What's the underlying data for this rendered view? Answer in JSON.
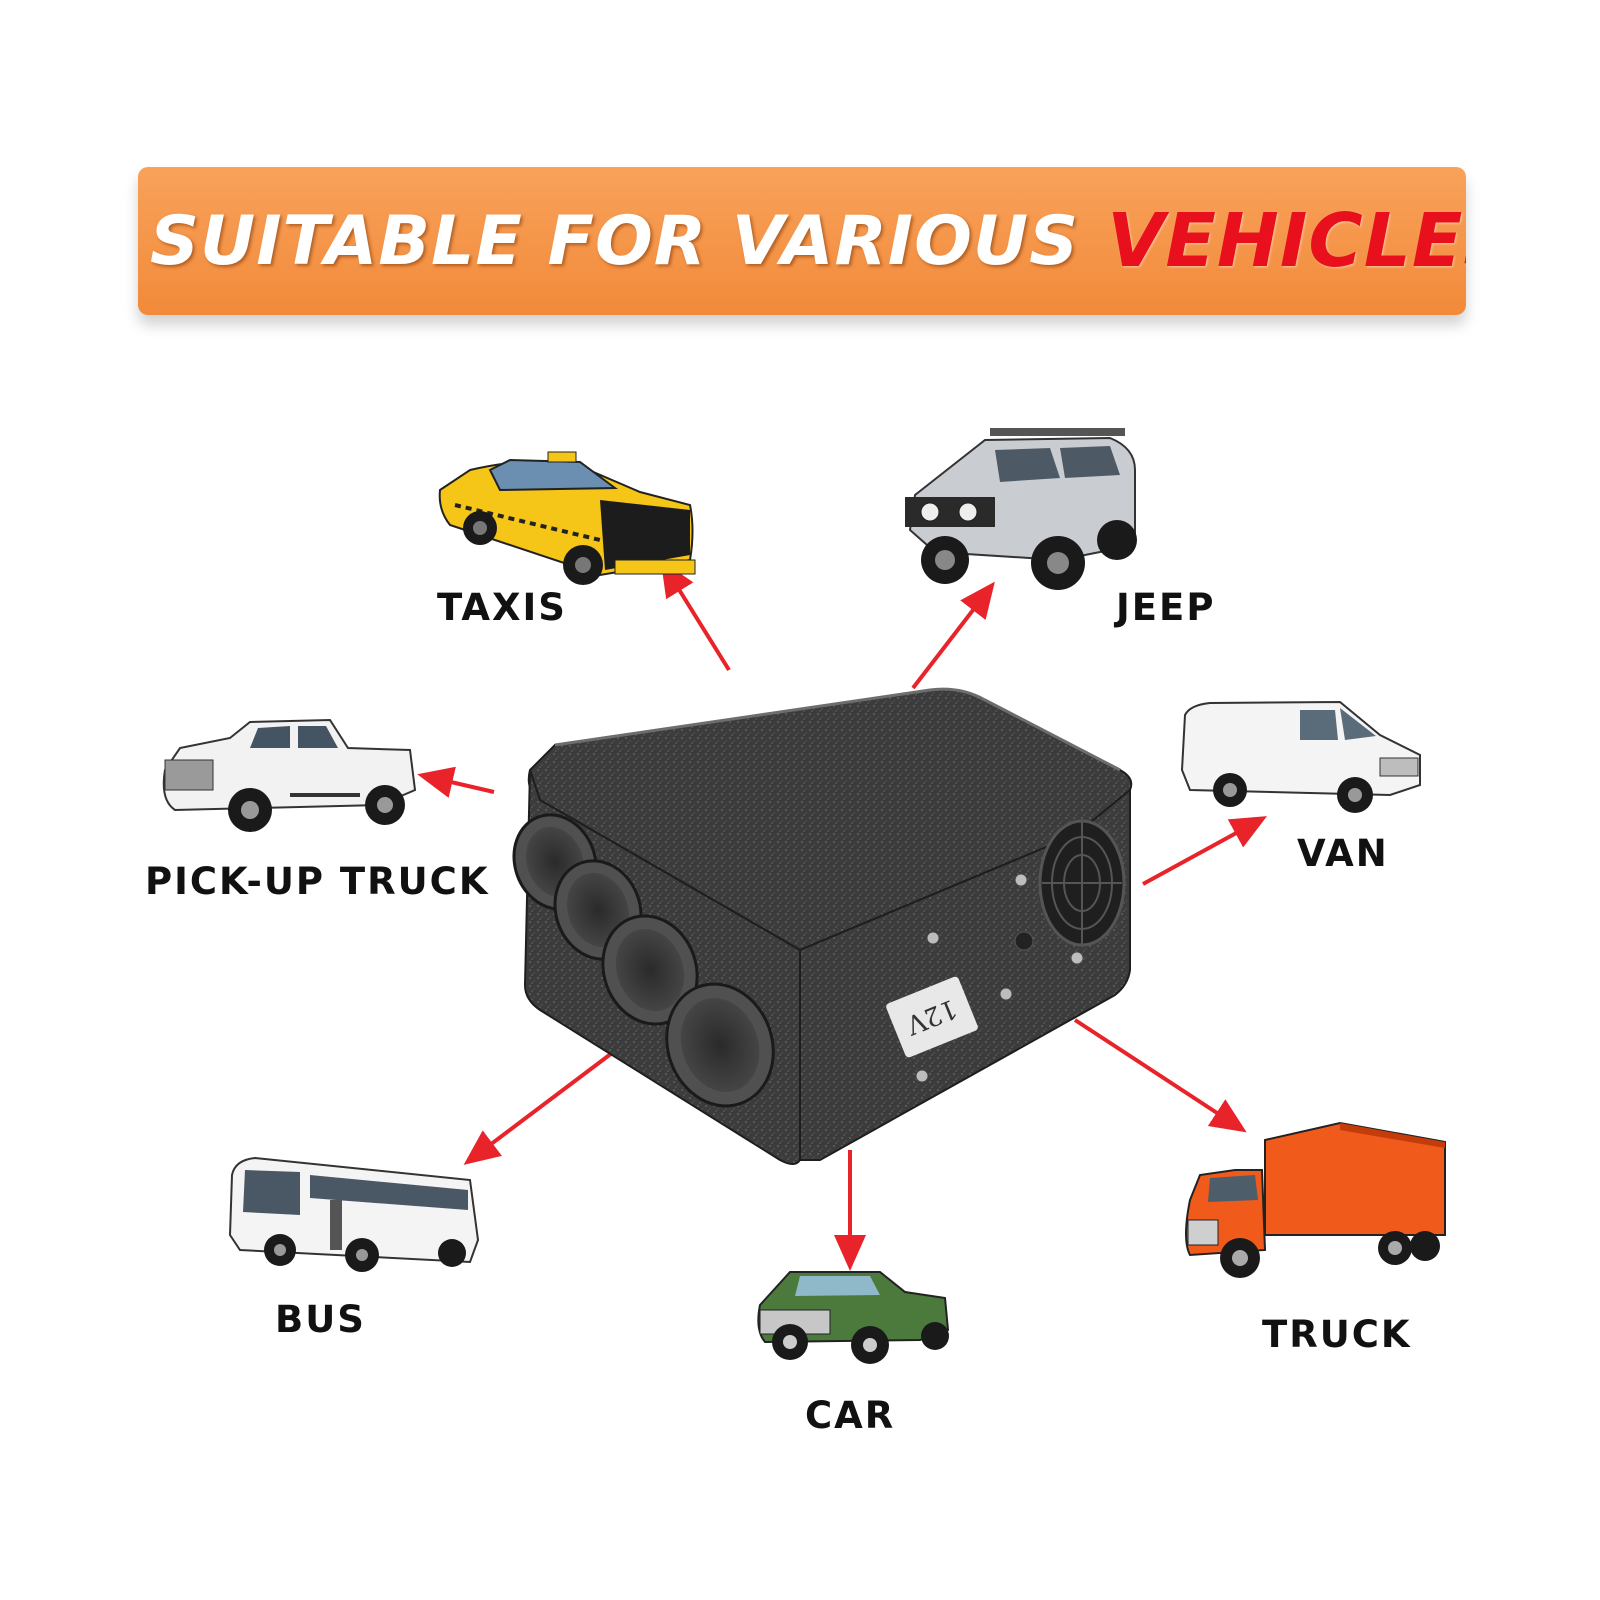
{
  "banner": {
    "part1": "SUITABLE FOR VARIOUS",
    "part2": "VEHICLES"
  },
  "device": {
    "voltage_label": "12V"
  },
  "vehicles": [
    {
      "name": "taxis",
      "label": "TAXIS",
      "color": "#f5c518"
    },
    {
      "name": "jeep",
      "label": "JEEP",
      "color": "#c9ccd1"
    },
    {
      "name": "pickup",
      "label": "PICK-UP TRUCK",
      "color": "#f2f2f2"
    },
    {
      "name": "van",
      "label": "VAN",
      "color": "#f4f4f4"
    },
    {
      "name": "bus",
      "label": "BUS",
      "color": "#f4f4f4"
    },
    {
      "name": "car",
      "label": "CAR",
      "color": "#4b7a3c"
    },
    {
      "name": "truck",
      "label": "TRUCK",
      "color": "#f05a1a"
    }
  ],
  "colors": {
    "banner": "#f28a3a",
    "banner_text": "#ffffff",
    "accent": "#e8101c",
    "arrow": "#e8232a",
    "device": "#3a3a3a"
  }
}
